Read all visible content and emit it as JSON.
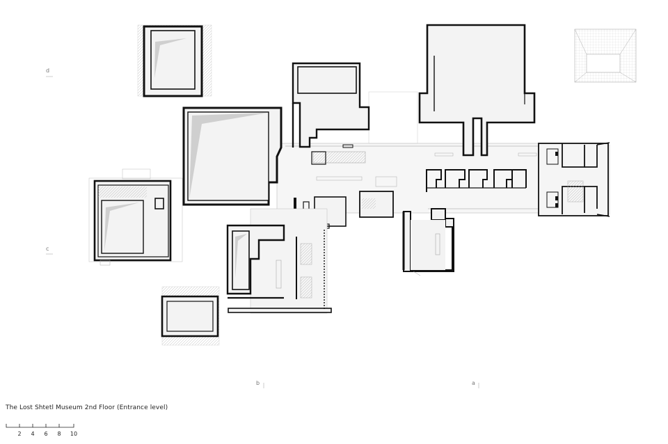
{
  "drawing": {
    "title": "The Lost Shtetl Museum 2nd Floor (Entrance level)"
  },
  "section_marks": {
    "d": "d",
    "c": "c",
    "b": "b",
    "a": "a"
  },
  "scale_bar": {
    "labels": [
      "2",
      "4",
      "6",
      "8",
      "10"
    ]
  },
  "colors": {
    "wall": "#111111",
    "room_fill": "#f3f3f3",
    "corridor_fill": "#f6f6f6",
    "skylight_shade": "#cfcfcf",
    "hatch": "#b5b5b5",
    "thin_line": "#999999"
  }
}
